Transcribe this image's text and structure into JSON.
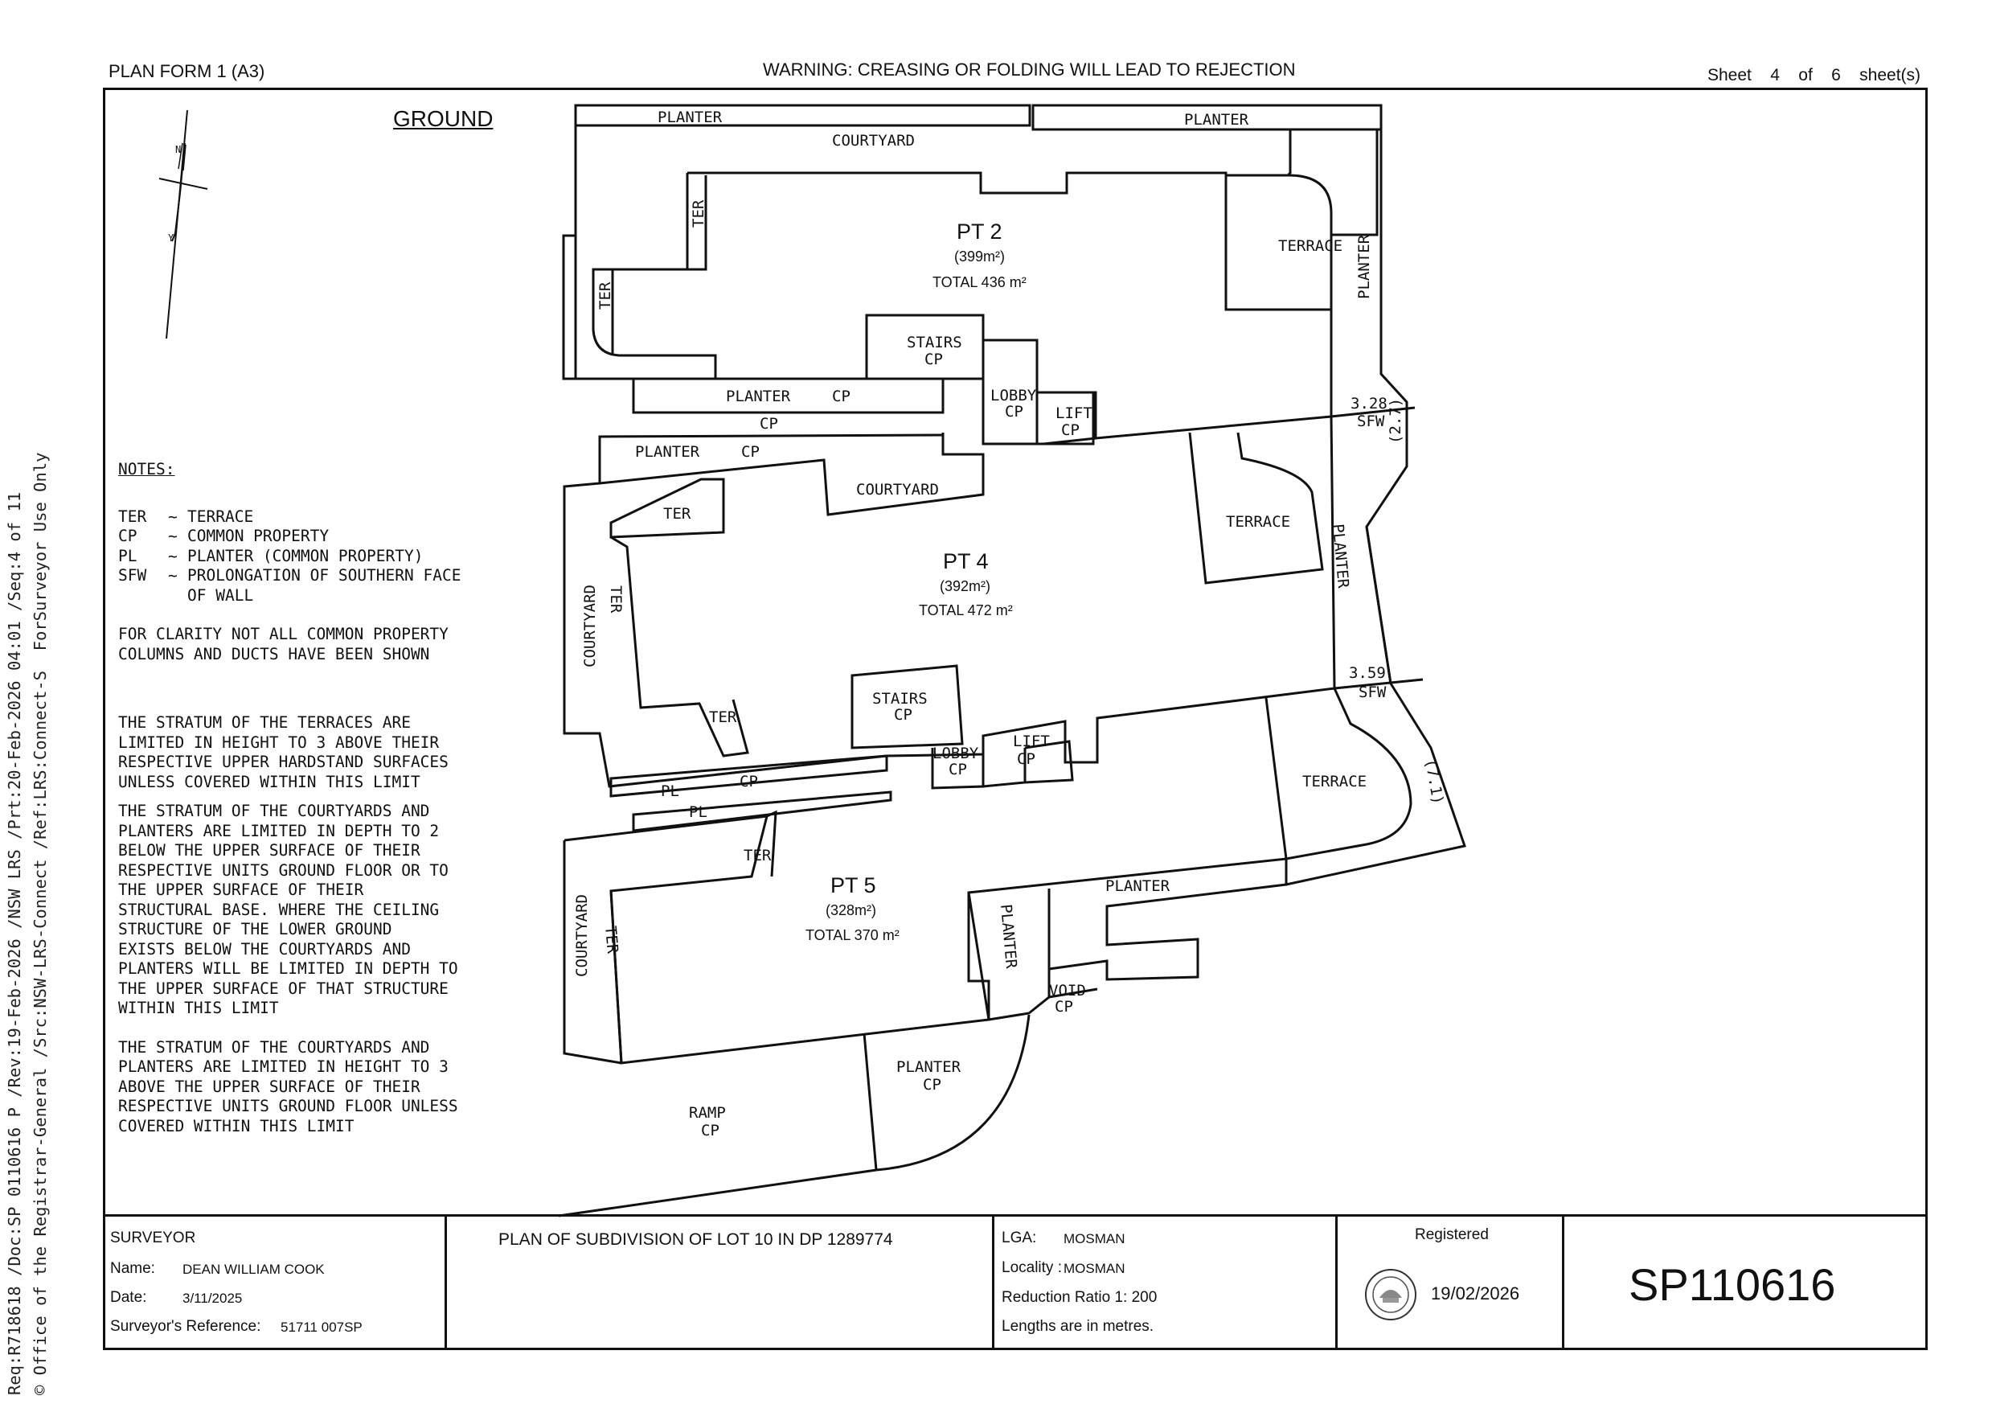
{
  "header": {
    "form": "PLAN FORM 1 (A3)",
    "warning": "WARNING: CREASING OR FOLDING WILL LEAD TO REJECTION",
    "sheet_word": "Sheet",
    "sheet_num": "4",
    "of_word": "of",
    "sheet_total": "6",
    "sheets_word": "sheet(s)"
  },
  "side_text": {
    "line1": "Req:R718618 /Doc:SP 0110616 P /Rev:19-Feb-2026 /NSW LRS /Prt:20-Feb-2026 04:01 /Seq:4 of 11",
    "line2": "© Office of the Registrar-General /Src:NSW-LRS-Connect /Ref:LRS:Connect-S  ForSurveyor Use Only"
  },
  "plan": {
    "level": "GROUND",
    "north_n": "N",
    "north_y": "Y",
    "labels": {
      "planter": "PLANTER",
      "courtyard": "COURTYARD",
      "ter": "TER",
      "terrace": "TERRACE",
      "stairs": "STAIRS",
      "lobby": "LOBBY",
      "lift": "LIFT",
      "cp": "CP",
      "pl": "PL",
      "void": "VOID",
      "ramp": "RAMP",
      "sfw": "SFW"
    },
    "lots": [
      {
        "name": "PT 2",
        "area": "(399m²)",
        "total": "TOTAL 436 m²"
      },
      {
        "name": "PT 4",
        "area": "(392m²)",
        "total": "TOTAL 472 m²"
      },
      {
        "name": "PT 5",
        "area": "(328m²)",
        "total": "TOTAL 370 m²"
      }
    ],
    "dims": {
      "d1": "3.28",
      "d1b": "(2.7)",
      "d2": "3.59",
      "d2b": "(7.1)"
    }
  },
  "notes": {
    "title": "NOTES:",
    "abbrev": [
      {
        "code": "TER",
        "tilde": "~",
        "desc": "TERRACE"
      },
      {
        "code": "CP",
        "tilde": "~",
        "desc": "COMMON PROPERTY"
      },
      {
        "code": "PL",
        "tilde": "~",
        "desc": "PLANTER (COMMON PROPERTY)"
      },
      {
        "code": "SFW",
        "tilde": "~",
        "desc": "PROLONGATION OF SOUTHERN FACE\nOF WALL"
      }
    ],
    "n1": "FOR CLARITY NOT ALL COMMON PROPERTY\nCOLUMNS AND DUCTS HAVE BEEN SHOWN",
    "n2": "THE STRATUM OF THE TERRACES ARE\nLIMITED IN HEIGHT TO 3 ABOVE THEIR\nRESPECTIVE UPPER HARDSTAND SURFACES\nUNLESS COVERED WITHIN THIS LIMIT",
    "n3": "THE STRATUM OF THE COURTYARDS AND\nPLANTERS ARE LIMITED IN DEPTH TO 2\nBELOW THE UPPER SURFACE OF THEIR\nRESPECTIVE UNITS GROUND FLOOR OR TO\nTHE UPPER SURFACE OF THEIR\nSTRUCTURAL BASE. WHERE THE CEILING\nSTRUCTURE OF THE LOWER GROUND\nEXISTS BELOW THE COURTYARDS AND\nPLANTERS WILL BE LIMITED IN DEPTH TO\nTHE UPPER SURFACE OF THAT STRUCTURE\nWITHIN THIS LIMIT",
    "n4": "THE STRATUM OF THE COURTYARDS AND\nPLANTERS ARE LIMITED IN HEIGHT TO 3\nABOVE THE UPPER SURFACE OF THEIR\nRESPECTIVE UNITS GROUND FLOOR UNLESS\nCOVERED WITHIN THIS LIMIT"
  },
  "title_block": {
    "surveyor_heading": "SURVEYOR",
    "name_label": "Name:",
    "name_value": "DEAN WILLIAM COOK",
    "date_label": "Date:",
    "date_value": "3/11/2025",
    "ref_label": "Surveyor's Reference:",
    "ref_value": "51711 007SP",
    "plan_title": "PLAN OF SUBDIVISION OF LOT 10 IN DP 1289774",
    "lga_label": "LGA:",
    "lga_value": "MOSMAN",
    "locality_label": "Locality :",
    "locality_value": "MOSMAN",
    "reduction": "Reduction Ratio 1:  200",
    "lengths": "Lengths are in metres.",
    "registered_label": "Registered",
    "registered_date": "19/02/2026",
    "plan_number": "SP110616"
  }
}
